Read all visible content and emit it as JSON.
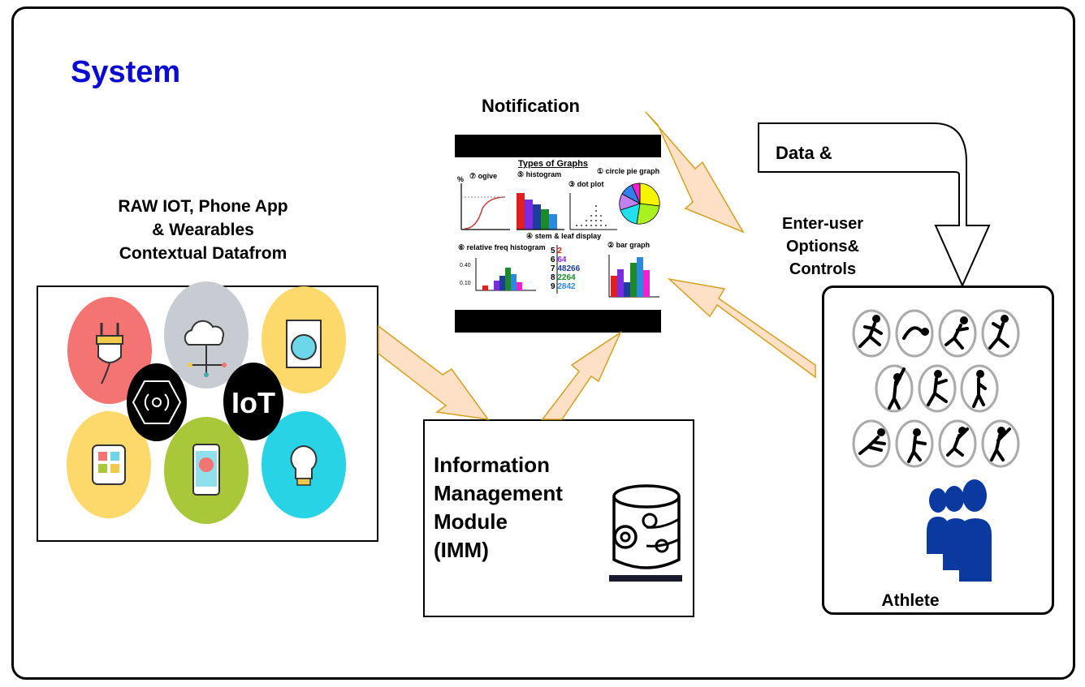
{
  "diagram": {
    "title": "System",
    "source_label": [
      "RAW IOT, Phone App",
      "& Wearables",
      "Contextual Datafrom"
    ],
    "notification_label": "Notification",
    "data_arrow_label": "Data &",
    "controls_label": [
      "Enter-user",
      "Options&",
      "Controls"
    ],
    "imm_label": [
      "Information",
      "Management",
      "Module",
      "(IMM)"
    ],
    "athlete_label": "Athlete",
    "iot_icons": [
      "plug-icon",
      "cloud-network-icon",
      "washing-machine-icon",
      "smartwatch-icon",
      "smartphone-wifi-icon",
      "lightbulb-icon",
      "sensor-network-icon",
      "iot-badge-icon"
    ],
    "iot_badge_text": "IoT",
    "graphs_panel": {
      "title": "Types of Graphs",
      "items": [
        "① circle pie graph",
        "② bar graph",
        "③ dot plot",
        "④ stem & leaf display",
        "⑤ histogram",
        "⑥ relative freq histogram",
        "⑦ ogive"
      ],
      "ogive_axis": "%",
      "relfreq_ticks": [
        "0.40",
        "0.10"
      ],
      "stem_leaf": [
        [
          "5",
          "2"
        ],
        [
          "6",
          "64"
        ],
        [
          "7",
          "48266"
        ],
        [
          "8",
          "2264"
        ],
        [
          "9",
          "2842"
        ]
      ]
    },
    "colors": {
      "title": "#0a0ad0",
      "arrow_fill": "#fde0c6",
      "arrow_stroke": "#d4a020",
      "people_icon": "#0a3aa0"
    }
  }
}
